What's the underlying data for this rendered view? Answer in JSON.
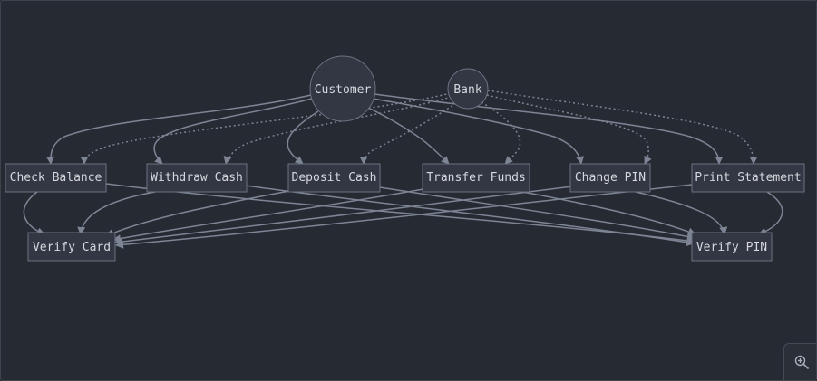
{
  "diagram": {
    "nodes": {
      "customer": "Customer",
      "bank": "Bank",
      "check_balance": "Check Balance",
      "withdraw_cash": "Withdraw Cash",
      "deposit_cash": "Deposit Cash",
      "transfer_funds": "Transfer Funds",
      "change_pin": "Change PIN",
      "print_statement": "Print Statement",
      "verify_card": "Verify Card",
      "verify_pin": "Verify PIN"
    },
    "edges": [
      {
        "from": "Customer",
        "to": "Check Balance",
        "style": "solid"
      },
      {
        "from": "Customer",
        "to": "Withdraw Cash",
        "style": "solid"
      },
      {
        "from": "Customer",
        "to": "Deposit Cash",
        "style": "solid"
      },
      {
        "from": "Customer",
        "to": "Transfer Funds",
        "style": "solid"
      },
      {
        "from": "Customer",
        "to": "Change PIN",
        "style": "solid"
      },
      {
        "from": "Customer",
        "to": "Print Statement",
        "style": "solid"
      },
      {
        "from": "Bank",
        "to": "Check Balance",
        "style": "dotted"
      },
      {
        "from": "Bank",
        "to": "Withdraw Cash",
        "style": "dotted"
      },
      {
        "from": "Bank",
        "to": "Deposit Cash",
        "style": "dotted"
      },
      {
        "from": "Bank",
        "to": "Transfer Funds",
        "style": "dotted"
      },
      {
        "from": "Bank",
        "to": "Change PIN",
        "style": "dotted"
      },
      {
        "from": "Bank",
        "to": "Print Statement",
        "style": "dotted"
      },
      {
        "from": "Check Balance",
        "to": "Verify Card",
        "style": "solid"
      },
      {
        "from": "Check Balance",
        "to": "Verify PIN",
        "style": "solid"
      },
      {
        "from": "Withdraw Cash",
        "to": "Verify Card",
        "style": "solid"
      },
      {
        "from": "Withdraw Cash",
        "to": "Verify PIN",
        "style": "solid"
      },
      {
        "from": "Deposit Cash",
        "to": "Verify Card",
        "style": "solid"
      },
      {
        "from": "Deposit Cash",
        "to": "Verify PIN",
        "style": "solid"
      },
      {
        "from": "Transfer Funds",
        "to": "Verify Card",
        "style": "solid"
      },
      {
        "from": "Transfer Funds",
        "to": "Verify PIN",
        "style": "solid"
      },
      {
        "from": "Change PIN",
        "to": "Verify Card",
        "style": "solid"
      },
      {
        "from": "Change PIN",
        "to": "Verify PIN",
        "style": "solid"
      },
      {
        "from": "Print Statement",
        "to": "Verify Card",
        "style": "solid"
      },
      {
        "from": "Print Statement",
        "to": "Verify PIN",
        "style": "solid"
      }
    ]
  },
  "controls": {
    "zoom_icon": "zoom-in-icon"
  },
  "colors": {
    "background": "#252a33",
    "node_fill": "#323743",
    "node_stroke": "#6b7282",
    "edge": "#7d8494",
    "text": "#d5d8de"
  }
}
